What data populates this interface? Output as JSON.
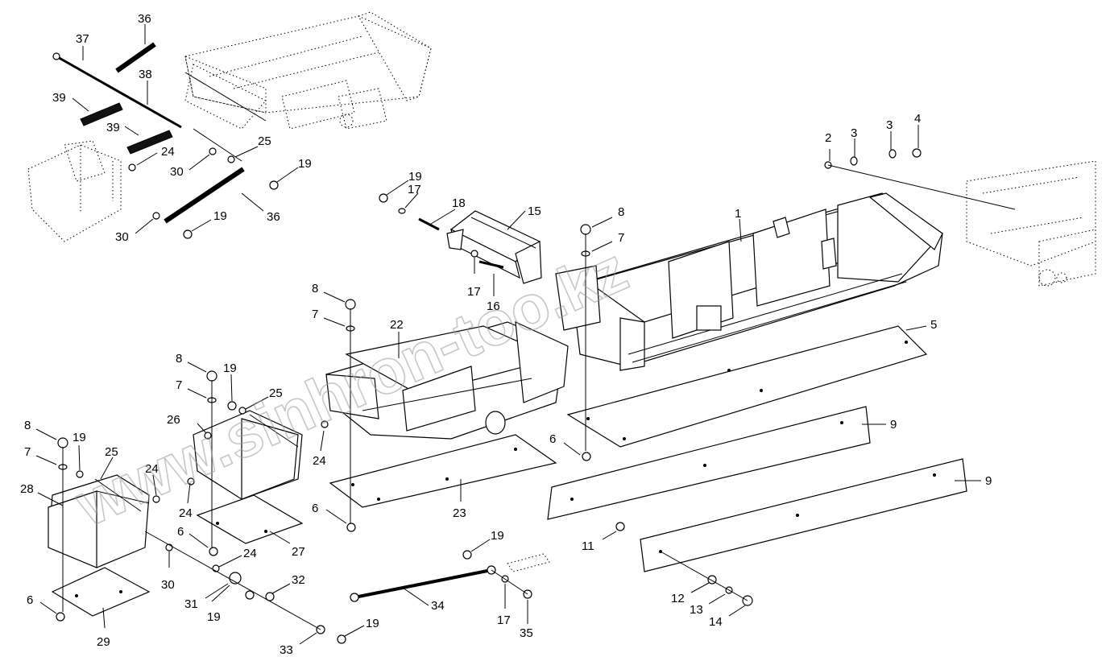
{
  "watermark": "www.sinhron-too.kz",
  "callouts": [
    {
      "id": "c1",
      "text": "1"
    },
    {
      "id": "c2",
      "text": "2"
    },
    {
      "id": "c3a",
      "text": "3"
    },
    {
      "id": "c3b",
      "text": "3"
    },
    {
      "id": "c4",
      "text": "4"
    },
    {
      "id": "c5",
      "text": "5"
    },
    {
      "id": "c6a",
      "text": "6"
    },
    {
      "id": "c6b",
      "text": "6"
    },
    {
      "id": "c6c",
      "text": "6"
    },
    {
      "id": "c6d",
      "text": "6"
    },
    {
      "id": "c7a",
      "text": "7"
    },
    {
      "id": "c7b",
      "text": "7"
    },
    {
      "id": "c7c",
      "text": "7"
    },
    {
      "id": "c7d",
      "text": "7"
    },
    {
      "id": "c8a",
      "text": "8"
    },
    {
      "id": "c8b",
      "text": "8"
    },
    {
      "id": "c8c",
      "text": "8"
    },
    {
      "id": "c8d",
      "text": "8"
    },
    {
      "id": "c9a",
      "text": "9"
    },
    {
      "id": "c9b",
      "text": "9"
    },
    {
      "id": "c11",
      "text": "11"
    },
    {
      "id": "c12",
      "text": "12"
    },
    {
      "id": "c13",
      "text": "13"
    },
    {
      "id": "c14",
      "text": "14"
    },
    {
      "id": "c15",
      "text": "15"
    },
    {
      "id": "c16",
      "text": "16"
    },
    {
      "id": "c17a",
      "text": "17"
    },
    {
      "id": "c17b",
      "text": "17"
    },
    {
      "id": "c17c",
      "text": "17"
    },
    {
      "id": "c18",
      "text": "18"
    },
    {
      "id": "c19a",
      "text": "19"
    },
    {
      "id": "c19b",
      "text": "19"
    },
    {
      "id": "c19c",
      "text": "19"
    },
    {
      "id": "c19d",
      "text": "19"
    },
    {
      "id": "c19e",
      "text": "19"
    },
    {
      "id": "c19f",
      "text": "19"
    },
    {
      "id": "c19g",
      "text": "19"
    },
    {
      "id": "c19h",
      "text": "19"
    },
    {
      "id": "c22",
      "text": "22"
    },
    {
      "id": "c23",
      "text": "23"
    },
    {
      "id": "c24a",
      "text": "24"
    },
    {
      "id": "c24b",
      "text": "24"
    },
    {
      "id": "c24c",
      "text": "24"
    },
    {
      "id": "c24d",
      "text": "24"
    },
    {
      "id": "c24e",
      "text": "24"
    },
    {
      "id": "c25a",
      "text": "25"
    },
    {
      "id": "c25b",
      "text": "25"
    },
    {
      "id": "c25c",
      "text": "25"
    },
    {
      "id": "c26",
      "text": "26"
    },
    {
      "id": "c27",
      "text": "27"
    },
    {
      "id": "c28",
      "text": "28"
    },
    {
      "id": "c29",
      "text": "29"
    },
    {
      "id": "c30a",
      "text": "30"
    },
    {
      "id": "c30b",
      "text": "30"
    },
    {
      "id": "c30c",
      "text": "30"
    },
    {
      "id": "c31",
      "text": "31"
    },
    {
      "id": "c32",
      "text": "32"
    },
    {
      "id": "c33",
      "text": "33"
    },
    {
      "id": "c34",
      "text": "34"
    },
    {
      "id": "c35",
      "text": "35"
    },
    {
      "id": "c36a",
      "text": "36"
    },
    {
      "id": "c36b",
      "text": "36"
    },
    {
      "id": "c37",
      "text": "37"
    },
    {
      "id": "c38",
      "text": "38"
    },
    {
      "id": "c39a",
      "text": "39"
    },
    {
      "id": "c39b",
      "text": "39"
    }
  ]
}
